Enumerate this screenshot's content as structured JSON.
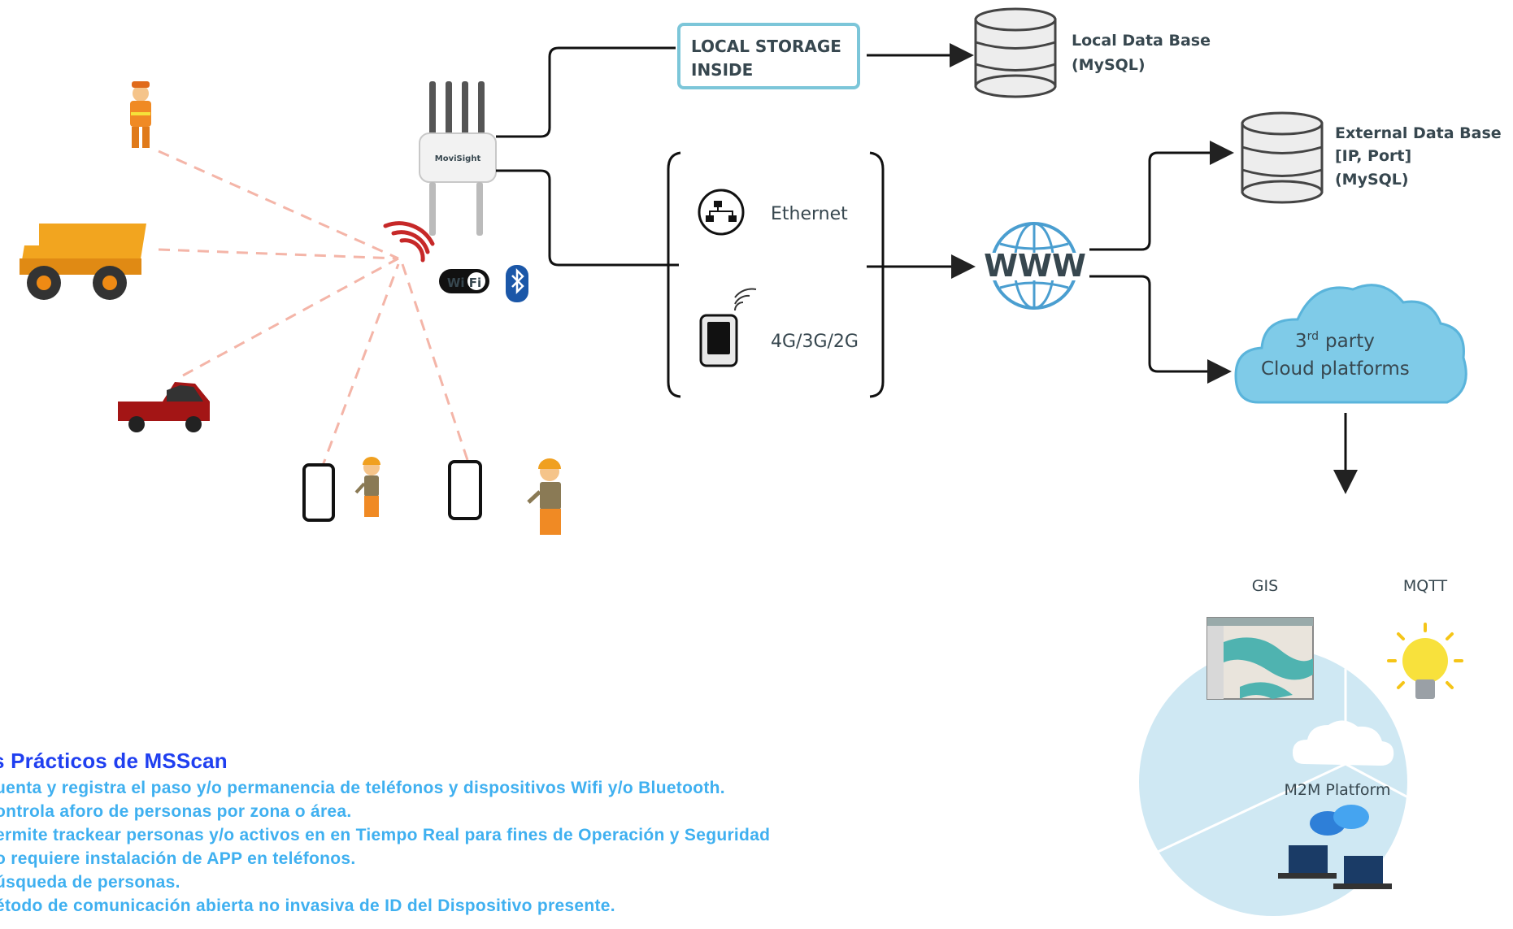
{
  "storage": {
    "local_box": [
      "LOCAL STORAGE",
      "INSIDE"
    ],
    "local_db": [
      "Local Data Base",
      "(MySQL)"
    ],
    "external_db": [
      "External Data Base",
      "[IP, Port]",
      "(MySQL)"
    ]
  },
  "device": {
    "brand": "MoviSight"
  },
  "connectivity": {
    "ethernet": "Ethernet",
    "cellular": "4G/3G/2G",
    "internet": "WWW"
  },
  "cloud": {
    "line1_main": "3",
    "line1_sup": "rd",
    "line1_rest": "party",
    "line2": "Cloud platforms"
  },
  "platform": {
    "gis": "GIS",
    "mqtt": "MQTT",
    "m2m": "M2M Platform"
  },
  "radios": {
    "wifi": "Wi Fi"
  },
  "use_cases": {
    "title": "s Prácticos de MSScan",
    "items": [
      "uenta y registra el paso y/o permanencia de teléfonos y dispositivos Wifi y/o Bluetooth.",
      "ontrola aforo de personas por zona o área.",
      "ermite trackear personas y/o activos en en Tiempo Real para fines de Operación y Seguridad",
      "o requiere instalación de APP en teléfonos.",
      "úsqueda de personas.",
      "étodo de comunicación abierta no invasiva de ID del Dispositivo presente."
    ]
  },
  "colors": {
    "accent": "#7cc6d9",
    "cloud": "#7fcbe8",
    "circle": "#cfe8f3",
    "heading": "#1f3ff0",
    "list": "#3fb0f0",
    "signal": "#c62828",
    "dashed": "#f4b5a8"
  }
}
